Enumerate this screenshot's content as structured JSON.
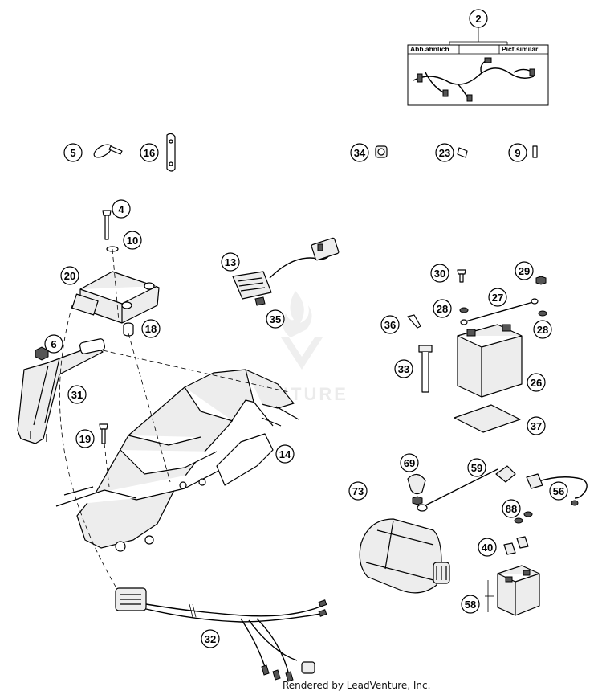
{
  "diagram": {
    "image_box": {
      "label_left": "Abb.ähnlich",
      "label_right": "Pict.similar"
    },
    "watermark": "ADVENTURE",
    "credit": "Rendered by LeadVenture, Inc.",
    "callouts": [
      "2",
      "5",
      "16",
      "34",
      "23",
      "9",
      "4",
      "10",
      "20",
      "13",
      "35",
      "30",
      "29",
      "27",
      "28",
      "28",
      "36",
      "18",
      "6",
      "33",
      "26",
      "31",
      "37",
      "14",
      "19",
      "69",
      "59",
      "73",
      "56",
      "88",
      "40",
      "58",
      "32"
    ]
  }
}
